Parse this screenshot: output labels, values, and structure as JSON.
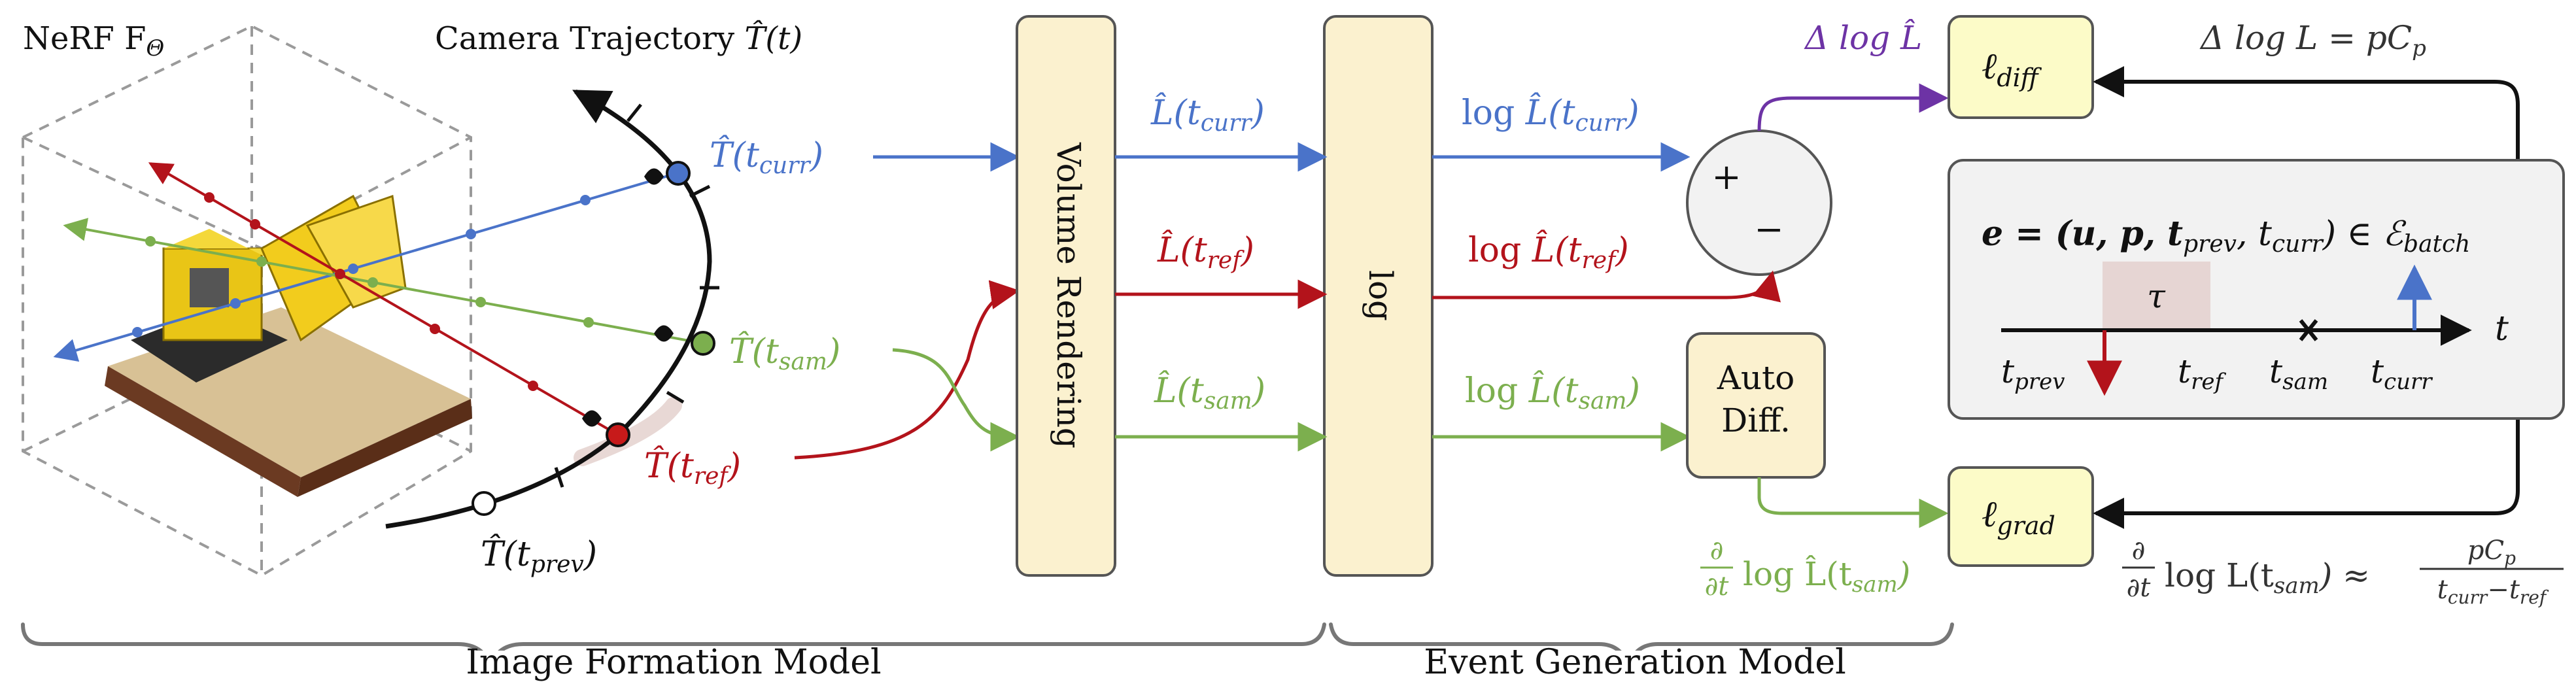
{
  "colors": {
    "blue": "#4a73c9",
    "red": "#b3131b",
    "green": "#7caf4e",
    "purple": "#6d33a5",
    "box_fill": "#fbf1cf",
    "yellow_box_fill": "#fcfbc8",
    "grey_box_fill": "#f2f2f2",
    "tau_fill": "#e6d5d3",
    "dark": "#111111"
  },
  "nerf": {
    "label": "NeRF F",
    "label_sub": "Θ"
  },
  "camera": {
    "title": "Camera Trajectory ",
    "title_math": "T̂(t)",
    "t_curr": "T̂(t",
    "t_curr_sub": "curr",
    "t_sam": "T̂(t",
    "t_sam_sub": "sam",
    "t_ref": "T̂(t",
    "t_ref_sub": "ref",
    "t_prev": "T̂(t",
    "t_prev_sub": "prev",
    "close_paren": ")"
  },
  "blocks": {
    "volume_rendering": "Volume Rendering",
    "log": "log",
    "autodiff_line1": "Auto",
    "autodiff_line2": "Diff.",
    "plus": "+",
    "minus": "−"
  },
  "signals": {
    "L_curr": "L̂(t",
    "L_curr_sub": "curr",
    "L_ref": "L̂(t",
    "L_ref_sub": "ref",
    "L_sam": "L̂(t",
    "L_sam_sub": "sam",
    "logL_curr_prefix": "log ",
    "logL_curr": "L̂(t",
    "logL_curr_sub": "curr",
    "logL_ref_prefix": "log ",
    "logL_ref": "L̂(t",
    "logL_ref_sub": "ref",
    "logL_sam_prefix": "log ",
    "logL_sam": "L̂(t",
    "logL_sam_sub": "sam",
    "delta_logL_hat": "Δ log L̂",
    "dlog_num": "∂",
    "dlog_den": "∂t",
    "dlog_rest": "log L̂(t",
    "dlog_rest_sub": "sam",
    "close": ")"
  },
  "losses": {
    "l_diff": "ℓ",
    "l_diff_sub": "diff",
    "l_grad": "ℓ",
    "l_grad_sub": "grad",
    "delta_logL": "Δ log L = pC",
    "delta_logL_sub": "p",
    "grad_approx_num": "∂",
    "grad_approx_den": "∂t",
    "grad_approx_mid": "log L(t",
    "grad_approx_mid_sub": "sam",
    "grad_approx_close": ") ≈",
    "grad_frac_num": "pC",
    "grad_frac_num_sub": "p",
    "grad_frac_den_a": "t",
    "grad_frac_den_a_sub": "curr",
    "grad_frac_den_mid": "−t",
    "grad_frac_den_b_sub": "ref"
  },
  "event": {
    "formula": "e = (u, p, t",
    "formula_prev_sub": "prev",
    "formula_mid": ", t",
    "formula_curr_sub": "curr",
    "formula_end": ") ∈ ℰ",
    "formula_batch_sub": "batch",
    "tau": "τ",
    "axis_t": "t",
    "t_prev": "t",
    "t_prev_sub": "prev",
    "t_ref": "t",
    "t_ref_sub": "ref",
    "t_sam": "t",
    "t_sam_sub": "sam",
    "t_curr": "t",
    "t_curr_sub": "curr"
  },
  "footer": {
    "image_formation": "Image Formation Model",
    "event_generation": "Event Generation Model"
  }
}
